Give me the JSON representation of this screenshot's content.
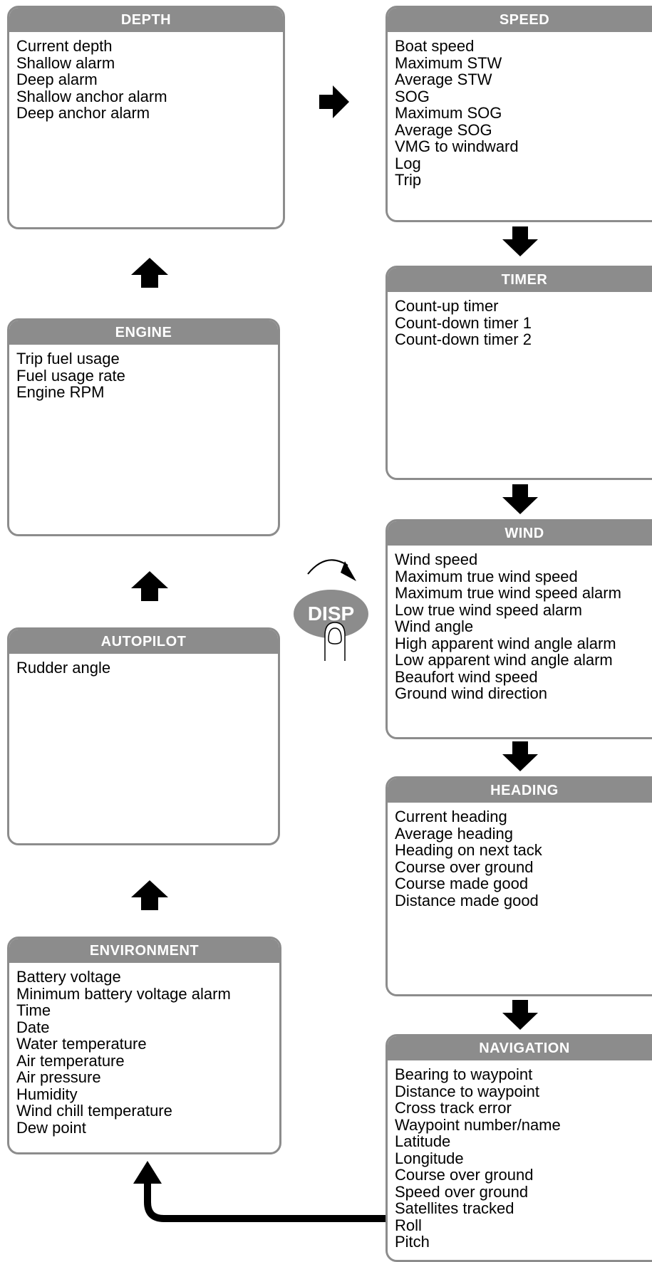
{
  "panels": {
    "depth": {
      "title": "DEPTH",
      "items": [
        "Current depth",
        "Shallow alarm",
        "Deep alarm",
        "Shallow anchor alarm",
        "Deep anchor alarm"
      ]
    },
    "speed": {
      "title": "SPEED",
      "items": [
        "Boat speed",
        "Maximum STW",
        "Average STW",
        "SOG",
        "Maximum SOG",
        "Average SOG",
        "VMG to windward",
        "Log",
        "Trip"
      ]
    },
    "engine": {
      "title": "ENGINE",
      "items": [
        "Trip fuel usage",
        "Fuel usage rate",
        "Engine RPM"
      ]
    },
    "timer": {
      "title": "TIMER",
      "items": [
        "Count-up timer",
        "Count-down timer 1",
        "Count-down timer 2"
      ]
    },
    "wind": {
      "title": "WIND",
      "items": [
        "Wind speed",
        "Maximum true wind speed",
        "Maximum true wind speed alarm",
        "Low true wind speed alarm",
        "Wind angle",
        "High apparent wind angle alarm",
        "Low apparent wind angle alarm",
        "Beaufort wind speed",
        "Ground wind direction"
      ]
    },
    "autopilot": {
      "title": "AUTOPILOT",
      "items": [
        "Rudder angle"
      ]
    },
    "heading": {
      "title": "HEADING",
      "items": [
        "Current heading",
        "Average heading",
        "Heading on next tack",
        "Course over ground",
        "Course made good",
        "Distance made good"
      ]
    },
    "environment": {
      "title": "ENVIRONMENT",
      "items": [
        "Battery voltage",
        "Minimum battery voltage alarm",
        "Time",
        "Date",
        "Water temperature",
        "Air temperature",
        "Air pressure",
        "Humidity",
        "Wind chill temperature",
        "Dew point"
      ]
    },
    "navigation": {
      "title": "NAVIGATION",
      "items": [
        "Bearing to waypoint",
        "Distance to waypoint",
        "Cross track error",
        "Waypoint number/name",
        "Latitude",
        "Longitude",
        "Course over ground",
        "Speed over ground",
        "Satellites tracked",
        "Roll",
        "Pitch"
      ]
    }
  },
  "disp_button": {
    "label": "DISP"
  },
  "icons": {
    "arrow": "arrow-icon",
    "finger": "finger-icon",
    "rotate": "rotate-arrow-icon"
  }
}
